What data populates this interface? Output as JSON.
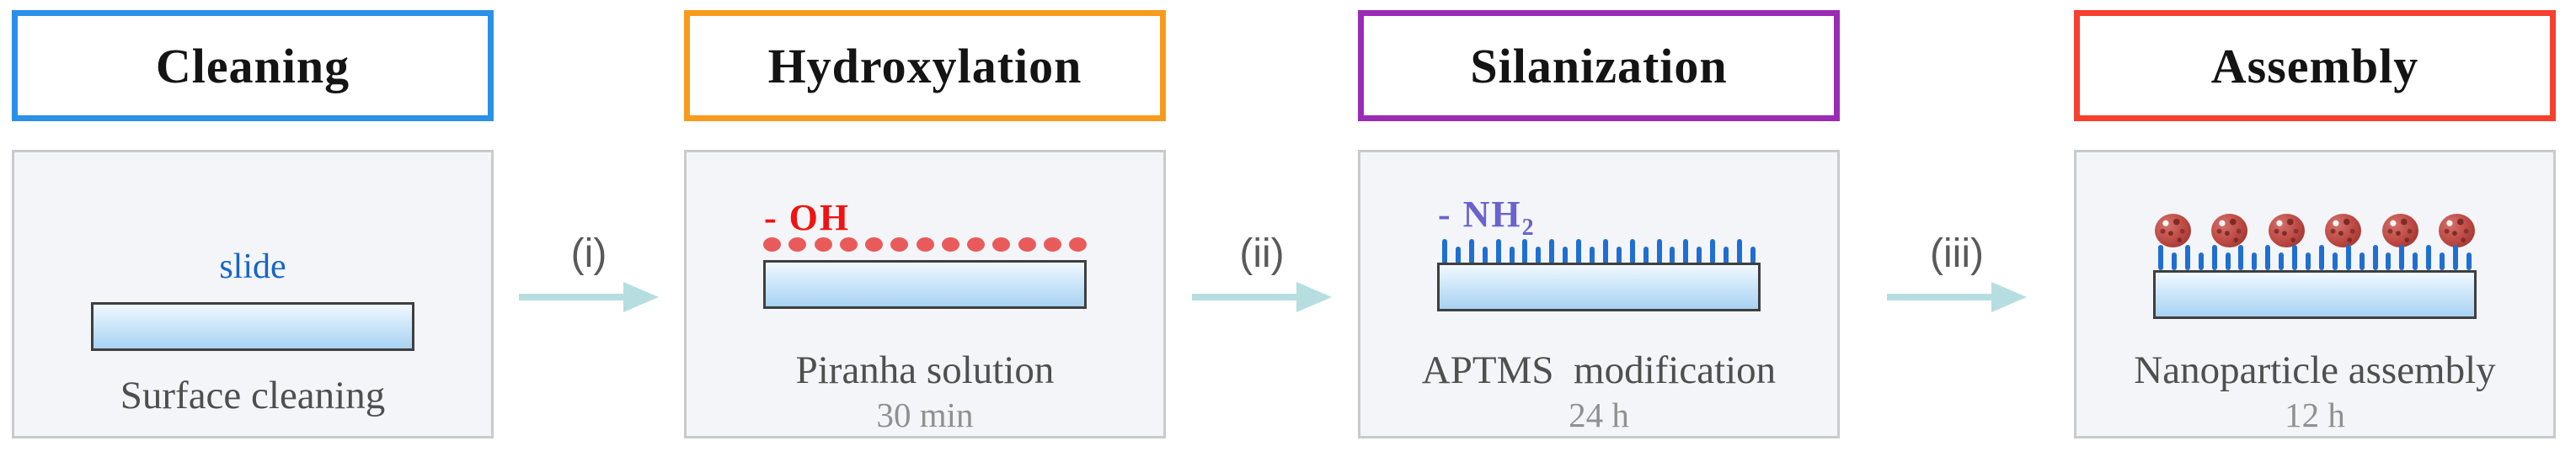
{
  "steps": [
    {
      "title": "Cleaning",
      "accent": "#2b90e8",
      "slide_label": "slide",
      "caption": "Surface cleaning"
    },
    {
      "title": "Hydroxylation",
      "accent": "#f89b1c",
      "group_label": "- OH",
      "group_color": "#f01311",
      "dot_count": 13,
      "caption": "Piranha solution",
      "time": "30 min"
    },
    {
      "title": "Silanization",
      "accent": "#9b2bb5",
      "group_label": "- NH",
      "group_label_sub": "2",
      "group_color": "#6a62ce",
      "bristle_count": 24,
      "caption": "APTMS  modification",
      "time": "24 h"
    },
    {
      "title": "Assembly",
      "accent": "#f6402f",
      "particle_count": 6,
      "bristle_count": 24,
      "caption": "Nanoparticle assembly",
      "time": "12 h"
    }
  ],
  "arrows": [
    {
      "label": "(i)"
    },
    {
      "label": "(ii)"
    },
    {
      "label": "(iii)"
    }
  ],
  "colors": {
    "arrow": "#b6dee1",
    "bristle": "#1f6fd3",
    "dot": "#e95b5b",
    "slide_text": "#1565c8",
    "caption_text": "#4f4f4f",
    "time_text": "#909090",
    "panel_bg": "#f4f5f8",
    "panel_border": "#c9cacc"
  }
}
